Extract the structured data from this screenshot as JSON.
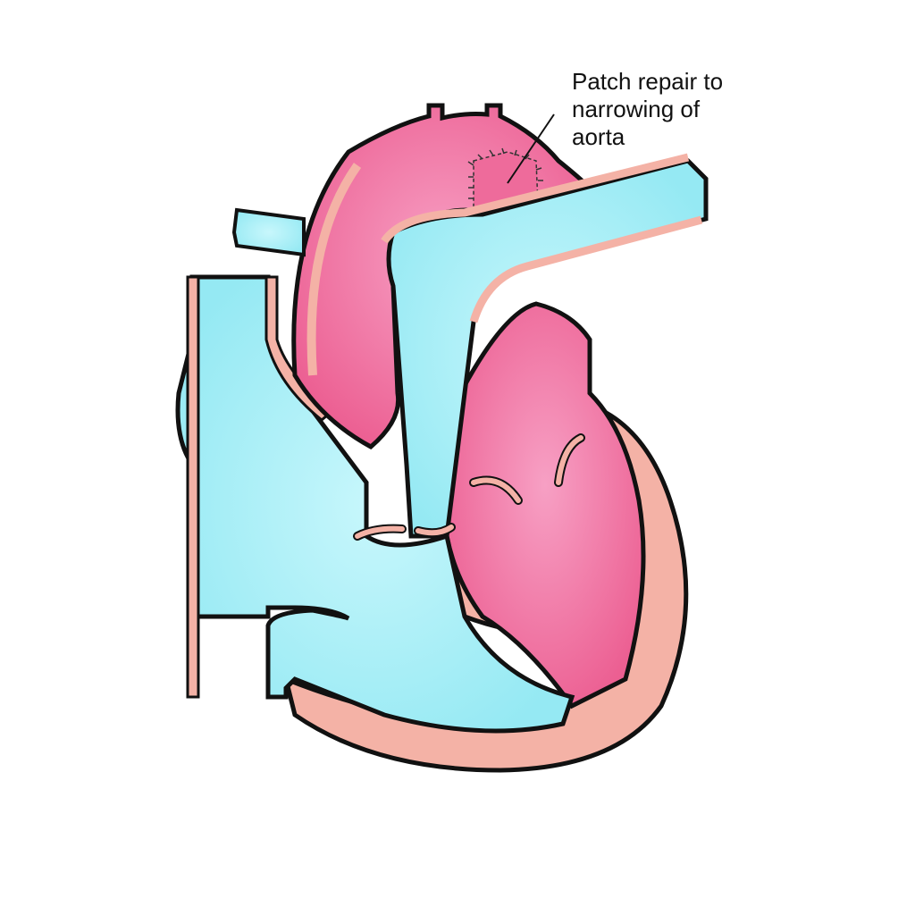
{
  "diagram": {
    "subject": "heart-cross-section",
    "annotation": {
      "label": "Patch repair to\nnarrowing of\naorta",
      "lines": [
        "Patch repair to",
        "narrowing of",
        "aorta"
      ]
    },
    "colors": {
      "oxygenated": "#f06a9a",
      "oxygenated_light": "#f79ac0",
      "deoxygenated": "#9feff7",
      "deoxygenated_light": "#c4f6fb",
      "wall": "#f4b2a6",
      "outline": "#111111",
      "background": "#ffffff"
    }
  }
}
